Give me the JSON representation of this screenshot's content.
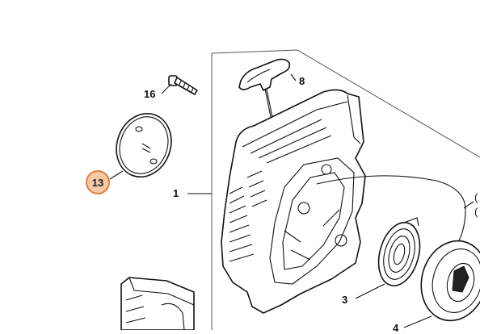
{
  "diagram": {
    "callouts": [
      {
        "id": "1",
        "label": "1"
      },
      {
        "id": "3",
        "label": "3"
      },
      {
        "id": "4",
        "label": "4"
      },
      {
        "id": "8",
        "label": "8"
      },
      {
        "id": "13",
        "label": "13",
        "highlighted": true
      },
      {
        "id": "16",
        "label": "16"
      }
    ],
    "edge_fragments": [
      "(",
      "("
    ],
    "colors": {
      "highlight_fill": "#f7c9a6",
      "highlight_stroke": "#e07f36",
      "line": "#111111"
    }
  }
}
